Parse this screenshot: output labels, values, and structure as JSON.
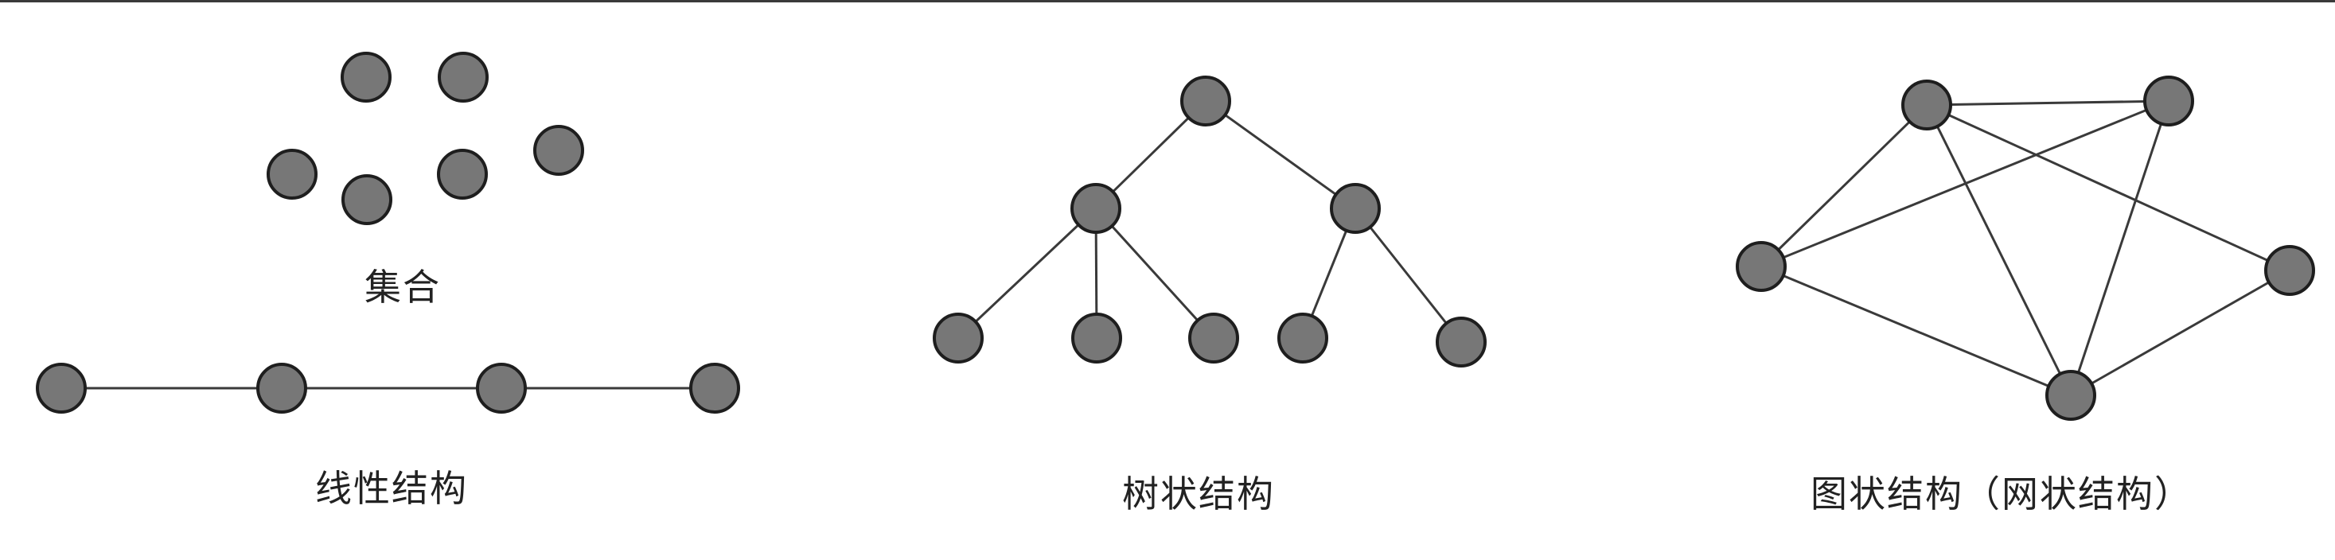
{
  "captions": {
    "set": "集合",
    "linear": "线性结构",
    "tree": "树状结构",
    "graph": "图状结构（网状结构）"
  },
  "colors": {
    "node_fill": "#777777",
    "node_stroke": "#1e1e1e",
    "edge": "#3a3a3a",
    "text": "#222222"
  }
}
